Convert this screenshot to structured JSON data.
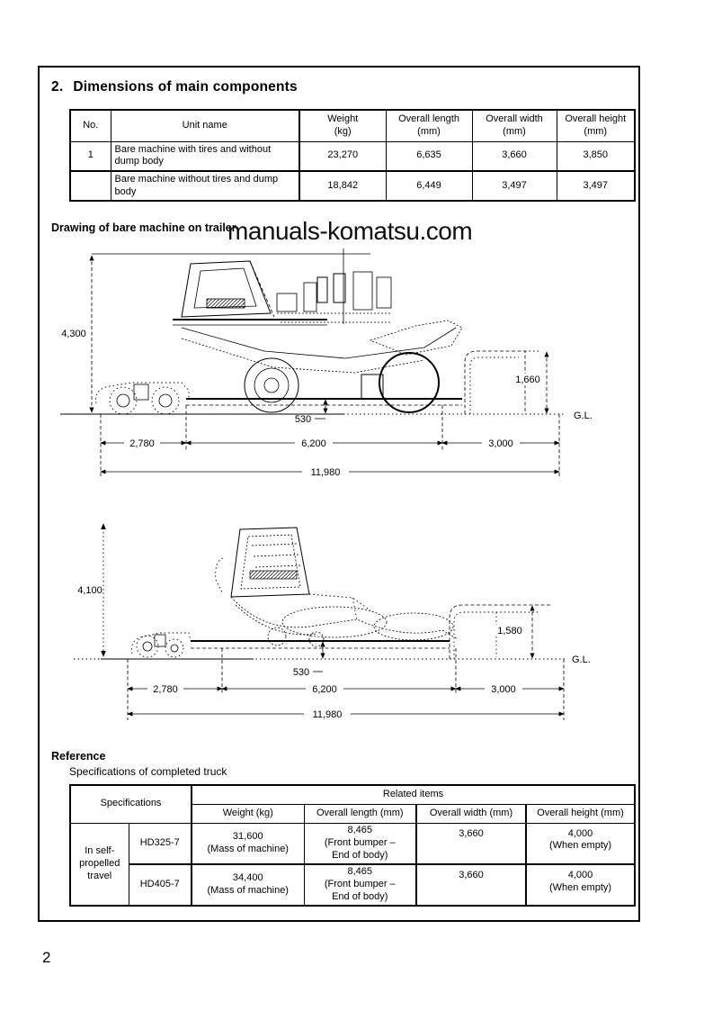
{
  "page": {
    "number": "2",
    "title_number": "2.",
    "title_text": "Dimensions of main components",
    "watermark": "manuals-komatsu.com"
  },
  "dimensions_table": {
    "headers": [
      "No.",
      "Unit name",
      "Weight\n(kg)",
      "Overall length\n(mm)",
      "Overall width\n(mm)",
      "Overall height\n(mm)"
    ],
    "rows": [
      {
        "no": "1",
        "unit_name": "Bare machine with tires and without\ndump body",
        "weight": "23,270",
        "length": "6,635",
        "width": "3,660",
        "height": "3,850"
      },
      {
        "no": "",
        "unit_name": "Bare machine without tires and dump\nbody",
        "weight": "18,842",
        "length": "6,449",
        "width": "3,497",
        "height": "3,497"
      }
    ]
  },
  "drawing_section": {
    "heading": "Drawing of bare machine on trailer",
    "ground_label": "G.L.",
    "drawing1": {
      "overall_height": "4,300",
      "rear_height": "1,660",
      "deck_height": "530",
      "front_length": "2,780",
      "middle_length": "6,200",
      "rear_length": "3,000",
      "overall_length": "11,980"
    },
    "drawing2": {
      "overall_height": "4,100",
      "rear_height": "1,580",
      "deck_height": "530",
      "front_length": "2,780",
      "middle_length": "6,200",
      "rear_length": "3,000",
      "overall_length": "11,980"
    }
  },
  "reference": {
    "heading": "Reference",
    "subheading": "Specifications of completed truck",
    "table": {
      "spec_header": "Specifications",
      "related_header": "Related items",
      "sub_headers": [
        "Weight (kg)",
        "Overall length (mm)",
        "Overall width (mm)",
        "Overall height (mm)"
      ],
      "row_group_label": "In self-\npropelled\ntravel",
      "rows": [
        {
          "model": "HD325-7",
          "weight": "31,600\n(Mass of machine)",
          "length": "8,465\n(Front bumper –\nEnd of body)",
          "width": "3,660",
          "height": "4,000\n(When empty)"
        },
        {
          "model": "HD405-7",
          "weight": "34,400\n(Mass of machine)",
          "length": "8,465\n(Front bumper –\nEnd of body)",
          "width": "3,660",
          "height": "4,000\n(When empty)"
        }
      ]
    }
  }
}
